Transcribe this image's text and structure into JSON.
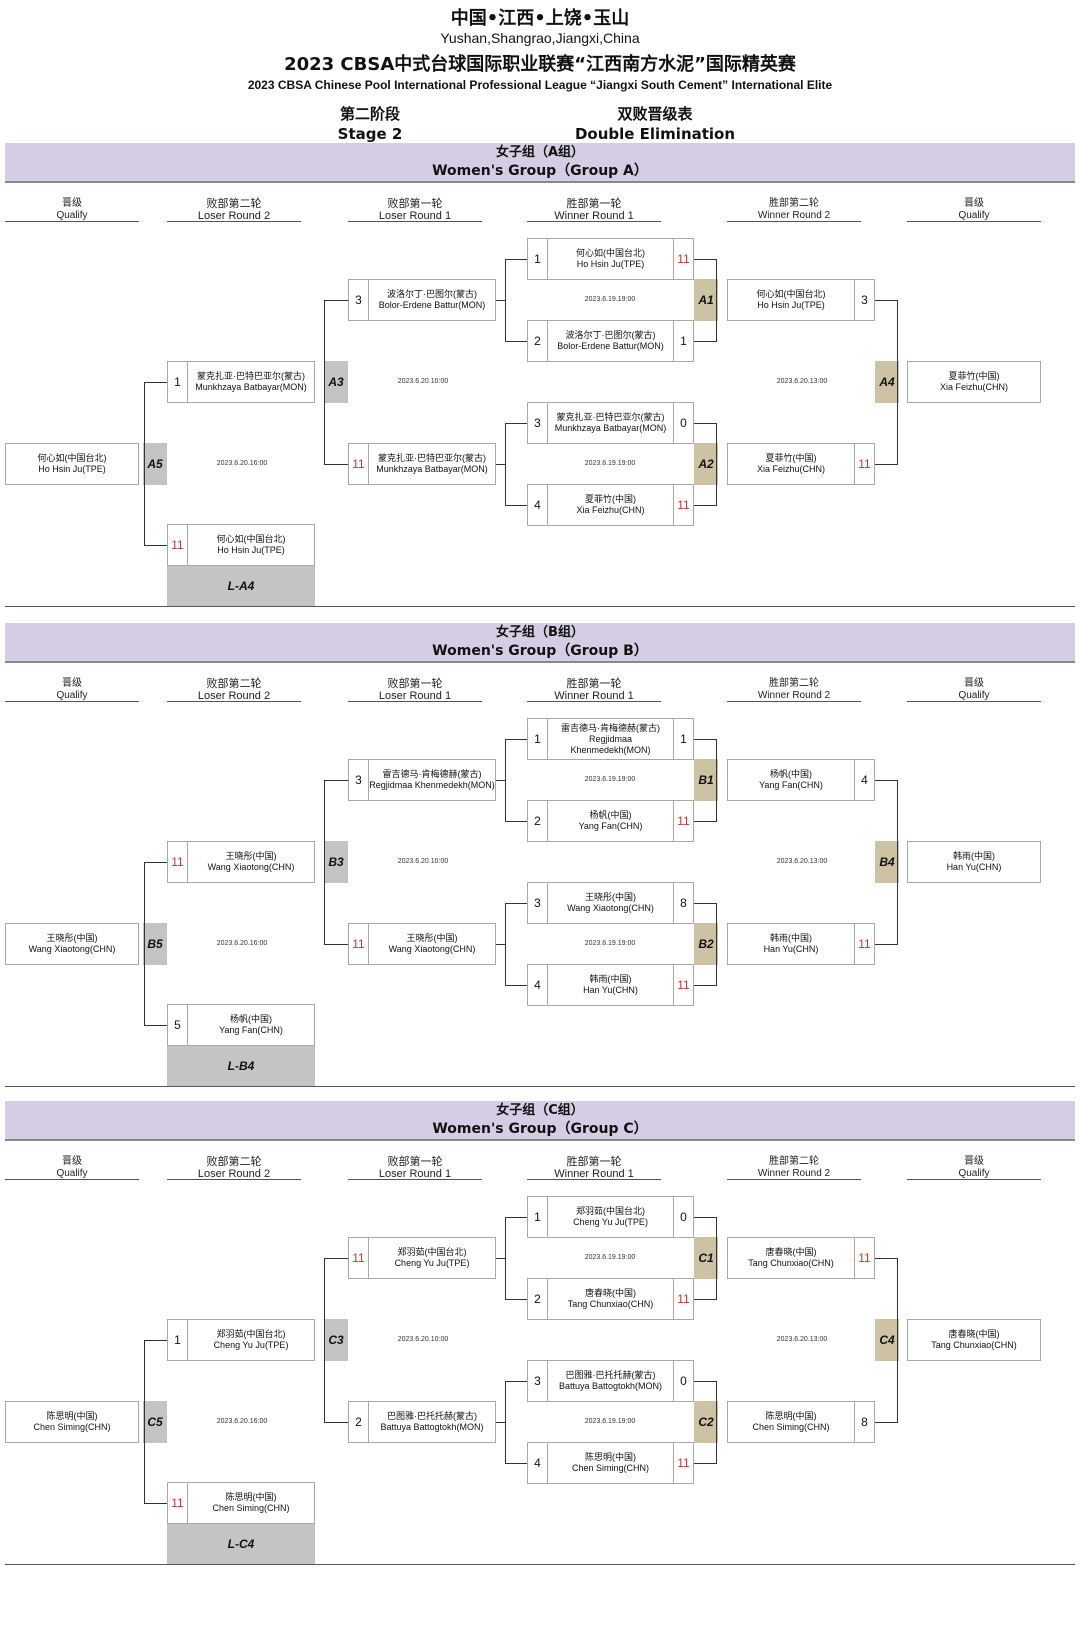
{
  "header": {
    "location_cn": "中国•江西•上饶•玉山",
    "location_en": "Yushan,Shangrao,Jiangxi,China",
    "title_cn": "2023 CBSA中式台球国际职业联赛“江西南方水泥”国际精英赛",
    "title_en": "2023 CBSA Chinese Pool International Professional League  “Jiangxi South Cement” International Elite",
    "stage_cn": "第二阶段",
    "stage_en": "Stage 2",
    "format_cn": "双败晋级表",
    "format_en": "Double Elimination"
  },
  "columns": {
    "qualify_left": {
      "cn": "晋级",
      "en": "Qualify"
    },
    "loser_round2": {
      "cn": "败部第二轮",
      "en": "Loser Round 2"
    },
    "loser_round1": {
      "cn": "败部第一轮",
      "en": "Loser Round 1"
    },
    "winner_round1": {
      "cn": "胜部第一轮",
      "en": "Winner Round 1"
    },
    "winner_round2": {
      "cn": "胜部第二轮",
      "en": "Winner Round 2"
    },
    "qualify_right": {
      "cn": "晋级",
      "en": "Qualify"
    }
  },
  "groups": [
    {
      "title_cn": "女子组（A组）",
      "title_en": "Women's Group（Group A）",
      "w1": [
        {
          "slot": "1",
          "cn": "何心如(中国台北)",
          "en": "Ho Hsin Ju(TPE)",
          "score": "11"
        },
        {
          "slot": "2",
          "cn": "波洛尔丁·巴图尔(蒙古)",
          "en": "Bolor-Erdene Battur(MON)",
          "score": "1"
        },
        {
          "slot": "3",
          "cn": "蒙克扎亚·巴特巴亚尔(蒙古)",
          "en": "Munkhzaya Batbayar(MON)",
          "score": "0"
        },
        {
          "slot": "4",
          "cn": "夏菲竹(中国)",
          "en": "Xia Feizhu(CHN)",
          "score": "11"
        }
      ],
      "w1_codes": [
        "A1",
        "A2"
      ],
      "w1_dates": [
        "2023.6.19.19:00",
        "2023.6.19.19:00"
      ],
      "w2": [
        {
          "cn": "何心如(中国台北)",
          "en": "Ho Hsin Ju(TPE)",
          "score": "3"
        },
        {
          "cn": "夏菲竹(中国)",
          "en": "Xia Feizhu(CHN)",
          "score": "11"
        }
      ],
      "w2_code": "A4",
      "w2_date": "2023.6.20.13:00",
      "qualify_right": {
        "cn": "夏菲竹(中国)",
        "en": "Xia Feizhu(CHN)"
      },
      "l1": [
        {
          "cn": "波洛尔丁·巴图尔(蒙古)",
          "en": "Bolor-Erdene Battur(MON)",
          "score": "3"
        },
        {
          "cn": "蒙克扎亚·巴特巴亚尔(蒙古)",
          "en": "Munkhzaya Batbayar(MON)",
          "score": "11"
        }
      ],
      "l1_code": "A3",
      "l1_date": "2023.6.20.10:00",
      "l2": [
        {
          "cn": "蒙克扎亚·巴特巴亚尔(蒙古)",
          "en": "Munkhzaya Batbayar(MON)",
          "score": "1"
        },
        {
          "cn": "何心如(中国台北)",
          "en": "Ho Hsin Ju(TPE)",
          "score": "11"
        }
      ],
      "l2_code": "A5",
      "l2_date": "2023.6.20.16:00",
      "l2_source": "L-A4",
      "qualify_left": {
        "cn": "何心如(中国台北)",
        "en": "Ho Hsin Ju(TPE)"
      }
    },
    {
      "title_cn": "女子组（B组）",
      "title_en": "Women's Group（Group B）",
      "w1": [
        {
          "slot": "1",
          "cn": "雷吉德马·肯梅德赫(蒙古)",
          "en": "Regjidmaa Khenmedekh(MON)",
          "score": "1"
        },
        {
          "slot": "2",
          "cn": "杨帆(中国)",
          "en": "Yang Fan(CHN)",
          "score": "11"
        },
        {
          "slot": "3",
          "cn": "王晓彤(中国)",
          "en": "Wang Xiaotong(CHN)",
          "score": "8"
        },
        {
          "slot": "4",
          "cn": "韩雨(中国)",
          "en": "Han Yu(CHN)",
          "score": "11"
        }
      ],
      "w1_codes": [
        "B1",
        "B2"
      ],
      "w1_dates": [
        "2023.6.19.19:00",
        "2023.6.19.19:00"
      ],
      "w2": [
        {
          "cn": "杨帆(中国)",
          "en": "Yang Fan(CHN)",
          "score": "4"
        },
        {
          "cn": "韩雨(中国)",
          "en": "Han Yu(CHN)",
          "score": "11"
        }
      ],
      "w2_code": "B4",
      "w2_date": "2023.6.20.13:00",
      "qualify_right": {
        "cn": "韩雨(中国)",
        "en": "Han Yu(CHN)"
      },
      "l1": [
        {
          "cn": "雷吉德马·肯梅德赫(蒙古)",
          "en": "Regjidmaa Khenmedekh(MON)",
          "score": "3"
        },
        {
          "cn": "王晓彤(中国)",
          "en": "Wang Xiaotong(CHN)",
          "score": "11"
        }
      ],
      "l1_code": "B3",
      "l1_date": "2023.6.20.10:00",
      "l2": [
        {
          "cn": "王晓彤(中国)",
          "en": "Wang Xiaotong(CHN)",
          "score": "11"
        },
        {
          "cn": "杨帆(中国)",
          "en": "Yang Fan(CHN)",
          "score": "5"
        }
      ],
      "l2_code": "B5",
      "l2_date": "2023.6.20.16:00",
      "l2_source": "L-B4",
      "qualify_left": {
        "cn": "王晓彤(中国)",
        "en": "Wang Xiaotong(CHN)"
      }
    },
    {
      "title_cn": "女子组（C组）",
      "title_en": "Women's Group（Group C）",
      "w1": [
        {
          "slot": "1",
          "cn": "郑羽茹(中国台北)",
          "en": "Cheng Yu Ju(TPE)",
          "score": "0"
        },
        {
          "slot": "2",
          "cn": "唐春晓(中国)",
          "en": "Tang Chunxiao(CHN)",
          "score": "11"
        },
        {
          "slot": "3",
          "cn": "巴图雅·巴托托赫(蒙古)",
          "en": "Battuya Battogtokh(MON)",
          "score": "0"
        },
        {
          "slot": "4",
          "cn": "陈思明(中国)",
          "en": "Chen Siming(CHN)",
          "score": "11"
        }
      ],
      "w1_codes": [
        "C1",
        "C2"
      ],
      "w1_dates": [
        "2023.6.19.19:00",
        "2023.6.19.19:00"
      ],
      "w2": [
        {
          "cn": "唐春晓(中国)",
          "en": "Tang Chunxiao(CHN)",
          "score": "11"
        },
        {
          "cn": "陈思明(中国)",
          "en": "Chen Siming(CHN)",
          "score": "8"
        }
      ],
      "w2_code": "C4",
      "w2_date": "2023.6.20.13:00",
      "qualify_right": {
        "cn": "唐春晓(中国)",
        "en": "Tang Chunxiao(CHN)"
      },
      "l1": [
        {
          "cn": "郑羽茹(中国台北)",
          "en": "Cheng Yu Ju(TPE)",
          "score": "11"
        },
        {
          "cn": "巴图雅·巴托托赫(蒙古)",
          "en": "Battuya Battogtokh(MON)",
          "score": "2"
        }
      ],
      "l1_code": "C3",
      "l1_date": "2023.6.20.10:00",
      "l2": [
        {
          "cn": "郑羽茹(中国台北)",
          "en": "Cheng Yu Ju(TPE)",
          "score": "1"
        },
        {
          "cn": "陈思明(中国)",
          "en": "Chen Siming(CHN)",
          "score": "11"
        }
      ],
      "l2_code": "C5",
      "l2_date": "2023.6.20.16:00",
      "l2_source": "L-C4",
      "qualify_left": {
        "cn": "陈思明(中国)",
        "en": "Chen Siming(CHN)"
      }
    }
  ]
}
